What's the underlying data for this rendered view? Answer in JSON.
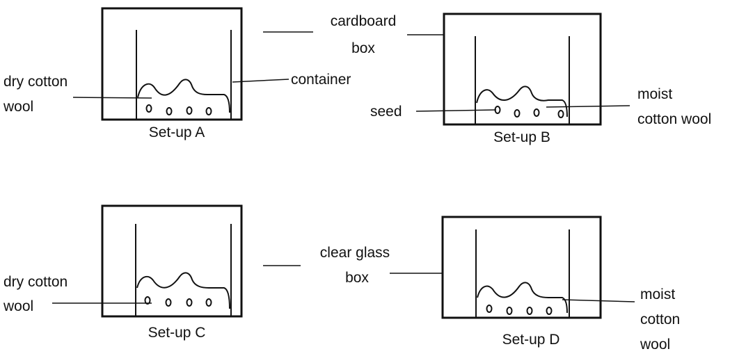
{
  "labels": {
    "cardboard_box_line1": "cardboard",
    "cardboard_box_line2": "box",
    "container": "container",
    "dry_cotton_a_line1": "dry cotton",
    "dry_cotton_a_line2": "wool",
    "seed": "seed",
    "moist_cotton_b_line1": "moist",
    "moist_cotton_b_line2": "cotton wool",
    "clear_glass_line1": "clear glass",
    "clear_glass_line2": "box",
    "dry_cotton_c_line1": "dry cotton",
    "dry_cotton_c_line2": "wool",
    "moist_cotton_d_line1": "moist",
    "moist_cotton_d_line2": "cotton",
    "moist_cotton_d_line3": "wool"
  },
  "setups": {
    "a": "Set-up A",
    "b": "Set-up B",
    "c": "Set-up C",
    "d": "Set-up D"
  }
}
